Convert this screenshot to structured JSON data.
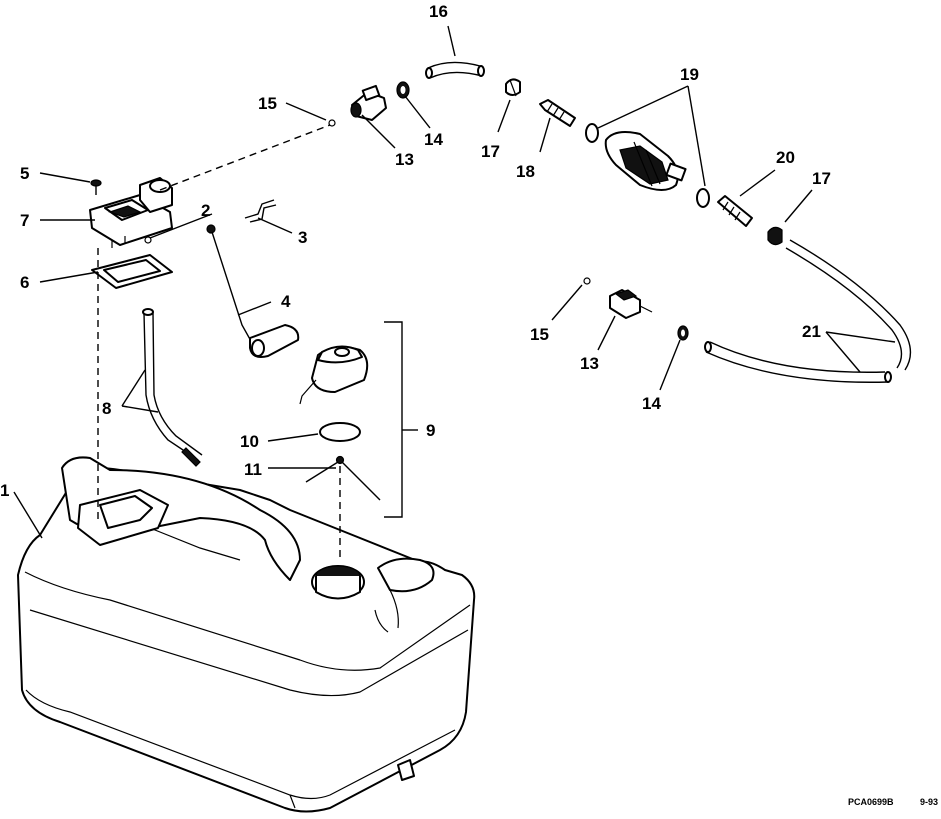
{
  "callouts": {
    "c1": "1",
    "c2": "2",
    "c3": "3",
    "c4": "4",
    "c5": "5",
    "c6": "6",
    "c7": "7",
    "c8": "8",
    "c9": "9",
    "c10": "10",
    "c11": "11",
    "c13a": "13",
    "c13b": "13",
    "c14a": "14",
    "c14b": "14",
    "c15a": "15",
    "c15b": "15",
    "c16": "16",
    "c17a": "17",
    "c17b": "17",
    "c18": "18",
    "c19": "19",
    "c20": "20",
    "c21": "21"
  },
  "footer": {
    "code": "PCA0699B",
    "date": "9-93"
  }
}
